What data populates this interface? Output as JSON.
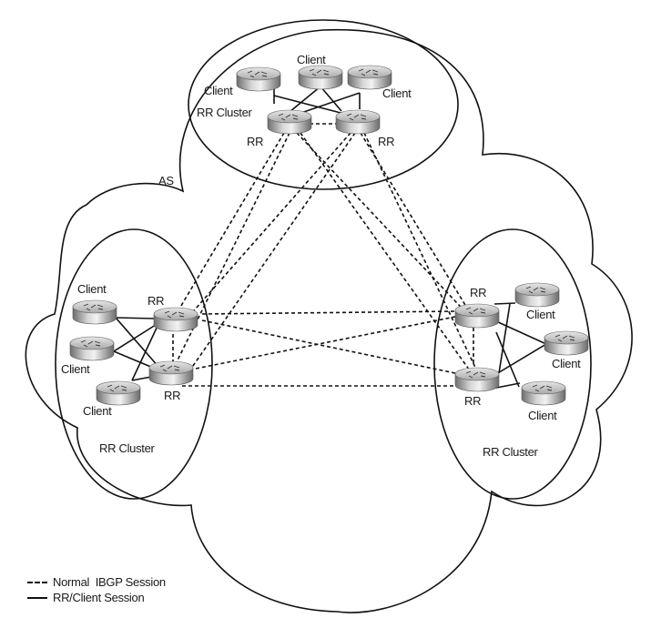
{
  "diagram": {
    "as_label": "AS",
    "clusters": {
      "top": {
        "label": "RR Cluster",
        "rr_labels": [
          "RR",
          "RR"
        ],
        "client_labels": [
          "Client",
          "Client",
          "Client"
        ]
      },
      "left": {
        "label": "RR Cluster",
        "rr_labels": [
          "RR",
          "RR"
        ],
        "client_labels": [
          "Client",
          "Client",
          "Client"
        ]
      },
      "right": {
        "label": "RR Cluster",
        "rr_labels": [
          "RR",
          "RR"
        ],
        "client_labels": [
          "Client",
          "Client",
          "Client"
        ]
      }
    },
    "legend": [
      {
        "style": "dashed",
        "label": "Normal  IBGP Session"
      },
      {
        "style": "solid",
        "label": "RR/Client Session"
      }
    ],
    "colors": {
      "line": "#111111",
      "router_light": "#e8e8e8",
      "router_dark": "#7a7a7a"
    }
  }
}
